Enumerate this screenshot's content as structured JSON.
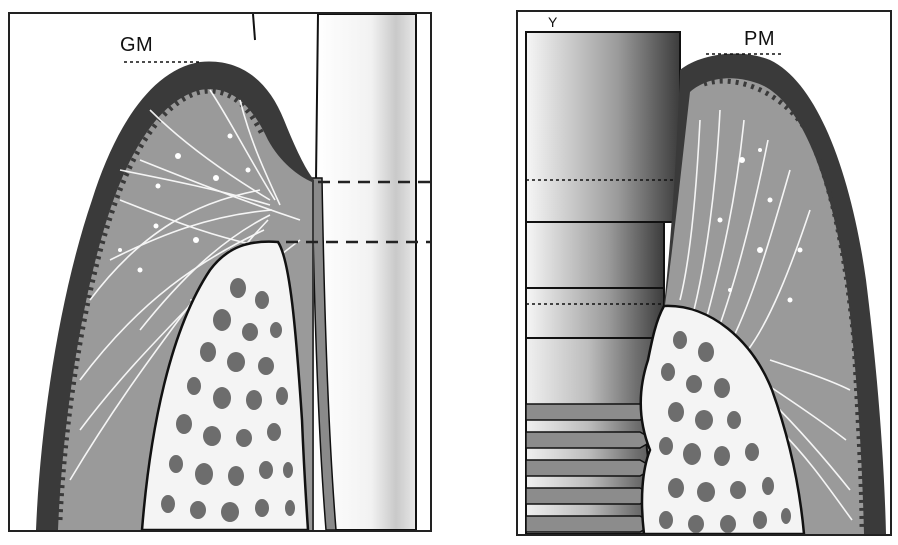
{
  "labels": {
    "left_margin": "GM",
    "right_margin": "PM",
    "top_mark": "Y"
  },
  "colors": {
    "epithelium": "#3a3a3a",
    "connective_tissue": "#9a9a9a",
    "bone_fill": "#f4f4f4",
    "bone_pores": "#6d6d6d",
    "fibers": "#ffffff",
    "outline": "#111111"
  }
}
